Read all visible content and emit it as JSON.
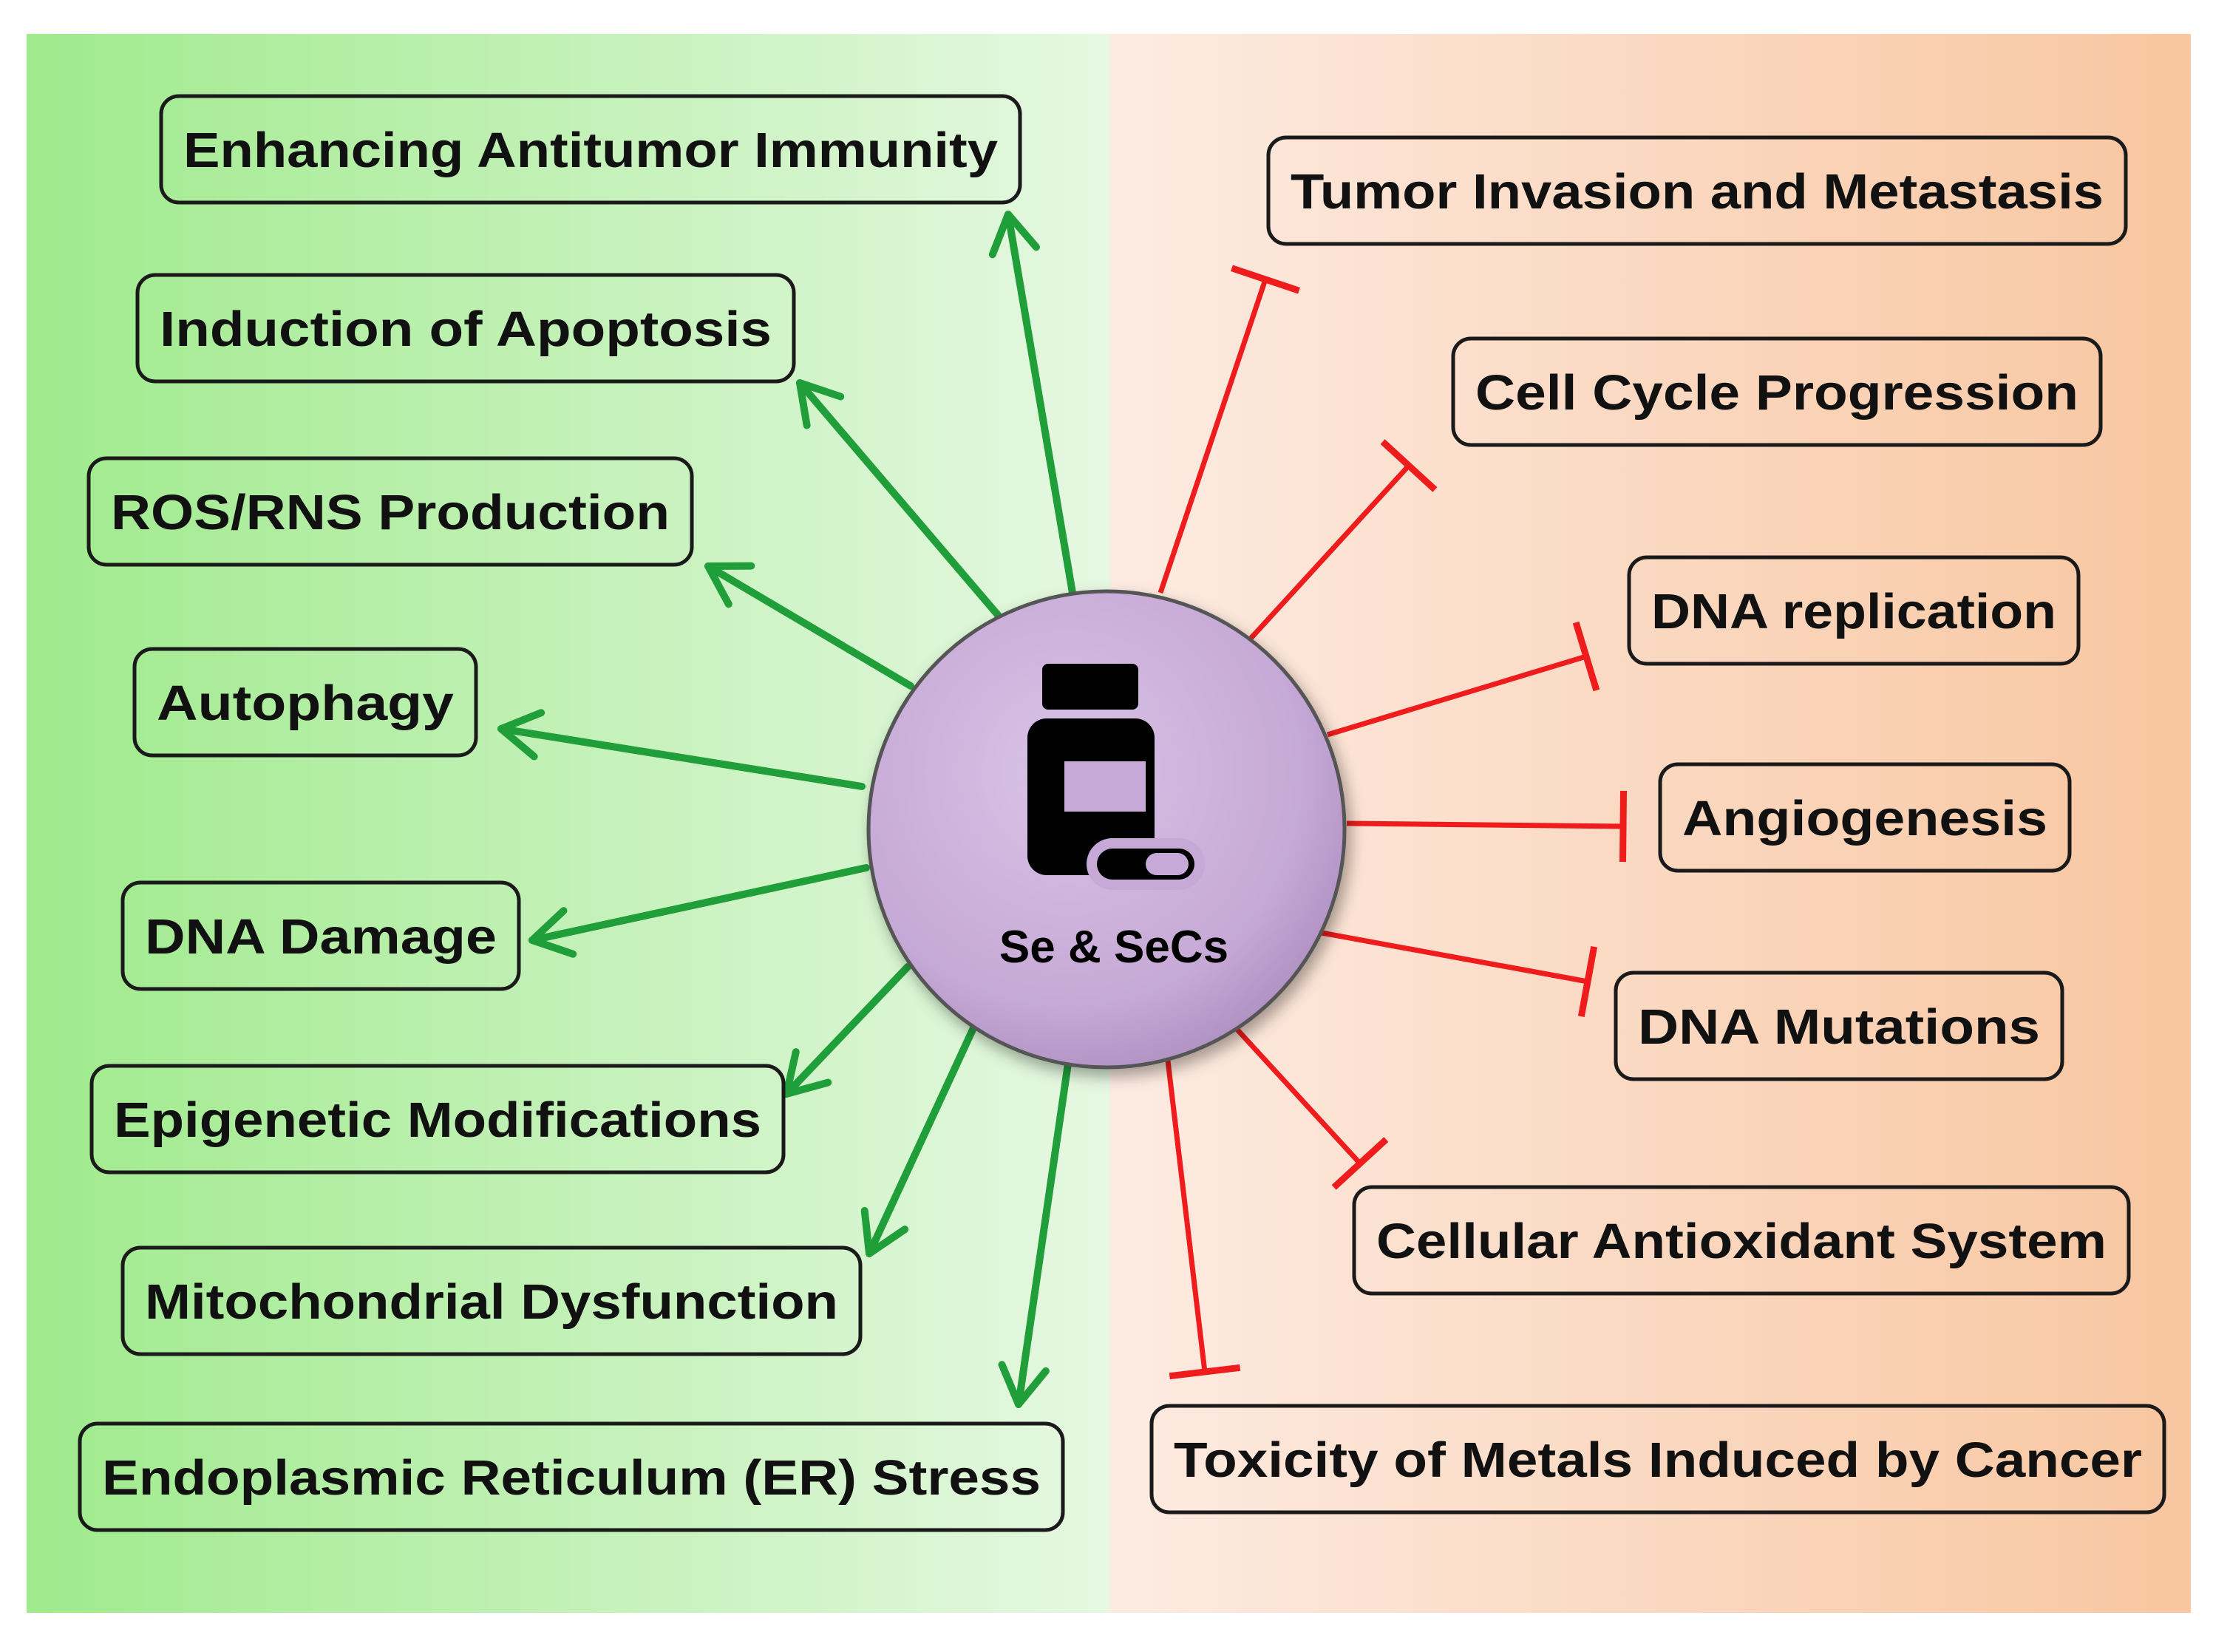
{
  "center": {
    "label": "Se & SeCs",
    "icon": "medicine-bottle-with-capsule-icon"
  },
  "colors": {
    "left_gradient": [
      "#9fea8c",
      "#e6f8e2"
    ],
    "right_gradient": [
      "#fdebe2",
      "#f8c6a0"
    ],
    "promote_arrow": "#1f9e3a",
    "inhibit_line": "#ee1c1c",
    "center_fill": "#c6a9d6"
  },
  "promotes": [
    {
      "label": "Enhancing Antitumor Immunity"
    },
    {
      "label": "Induction of Apoptosis"
    },
    {
      "label": "ROS/RNS Production"
    },
    {
      "label": "Autophagy"
    },
    {
      "label": "DNA Damage"
    },
    {
      "label": "Epigenetic Modifications"
    },
    {
      "label": "Mitochondrial Dysfunction"
    },
    {
      "label": "Endoplasmic Reticulum (ER) Stress"
    }
  ],
  "inhibits": [
    {
      "label": "Tumor Invasion and Metastasis"
    },
    {
      "label": "Cell Cycle Progression"
    },
    {
      "label": "DNA replication"
    },
    {
      "label": "Angiogenesis"
    },
    {
      "label": "DNA Mutations"
    },
    {
      "label": "Cellular Antioxidant System"
    },
    {
      "label": "Toxicity of Metals Induced by Cancer"
    }
  ]
}
